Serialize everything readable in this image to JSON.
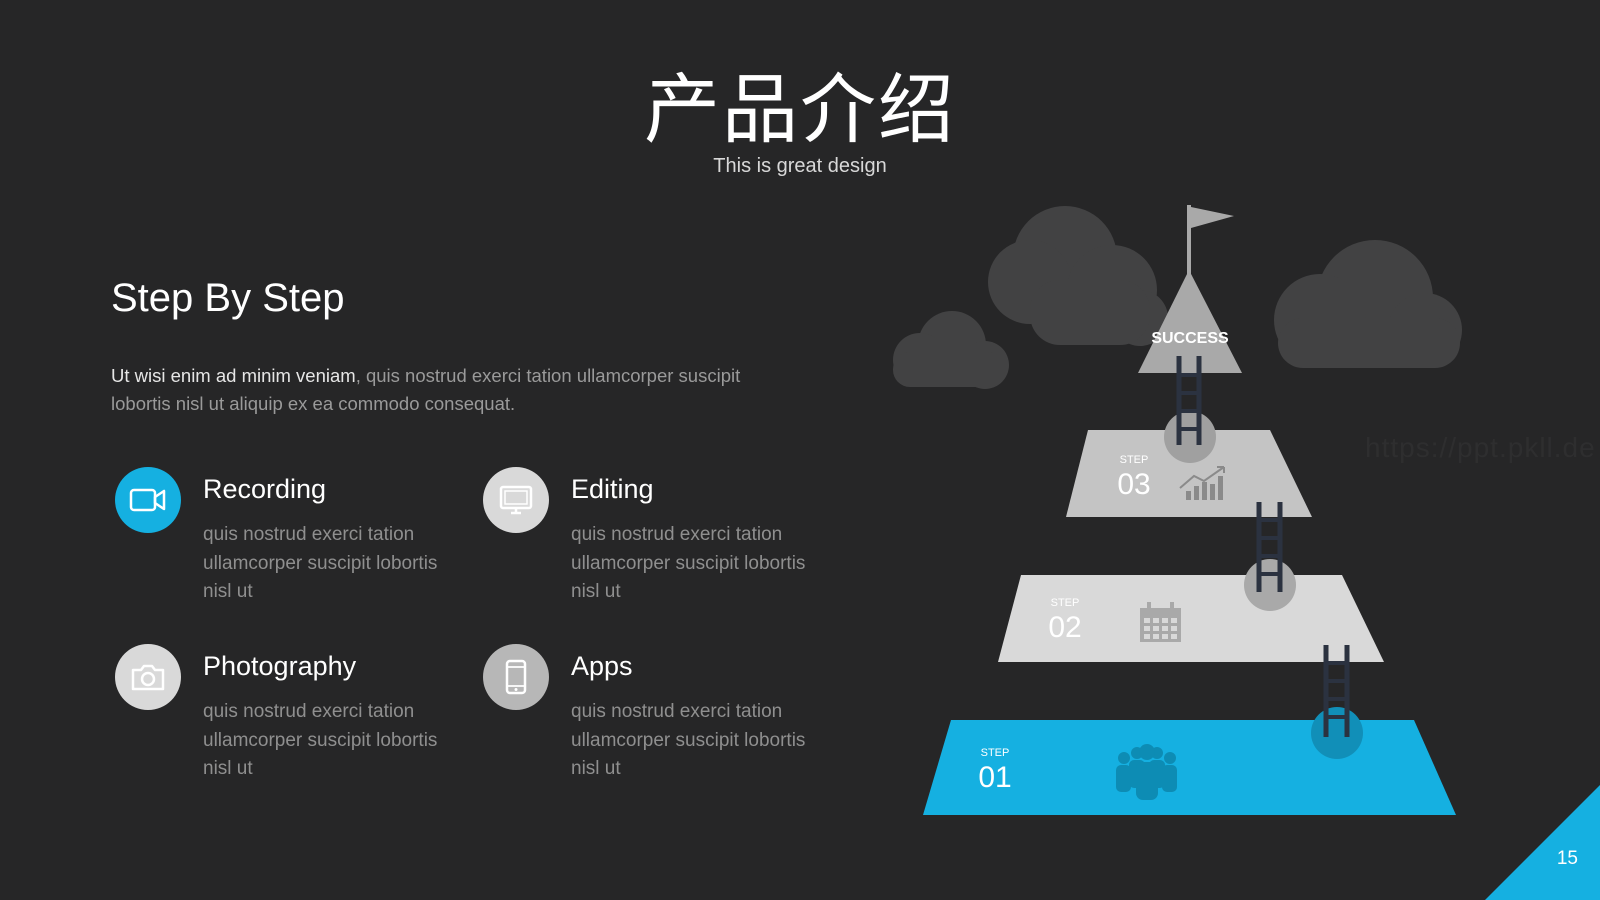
{
  "header": {
    "title": "产品介绍",
    "subtitle": "This is great design"
  },
  "intro": {
    "heading": "Step By Step",
    "lead": "Ut wisi enim ad minim veniam",
    "body": ", quis nostrud exerci tation ullamcorper suscipit lobortis nisl ut aliquip ex ea commodo consequat."
  },
  "features": [
    {
      "name": "Recording",
      "icon": "video-camera-icon",
      "color": "#15b0e1",
      "desc": "quis nostrud exerci tation ullamcorper suscipit lobortis nisl ut"
    },
    {
      "name": "Editing",
      "icon": "monitor-icon",
      "color": "#d9d9d9",
      "desc": "quis nostrud exerci tation ullamcorper suscipit lobortis nisl ut"
    },
    {
      "name": "Photography",
      "icon": "camera-icon",
      "color": "#d9d9d9",
      "desc": "quis nostrud exerci tation ullamcorper suscipit lobortis nisl ut"
    },
    {
      "name": "Apps",
      "icon": "smartphone-icon",
      "color": "#b7b7b7",
      "desc": "quis nostrud exerci tation ullamcorper suscipit lobortis nisl ut"
    }
  ],
  "pyramid": {
    "peak_label": "SUCCESS",
    "steps": [
      {
        "label": "STEP",
        "number": "01",
        "icon": "people-group-icon",
        "color": "#15b0e1"
      },
      {
        "label": "STEP",
        "number": "02",
        "icon": "calendar-icon",
        "color": "#d9d9d9"
      },
      {
        "label": "STEP",
        "number": "03",
        "icon": "chart-growth-icon",
        "color": "#c4c4c4"
      }
    ],
    "peak_color": "#a9a9a9",
    "cloud_color": "#424243",
    "ladder_color": "#2b3240"
  },
  "footer": {
    "page_number": "15",
    "accent": "#15b0e1"
  },
  "watermark": "https://ppt.pkll.de"
}
